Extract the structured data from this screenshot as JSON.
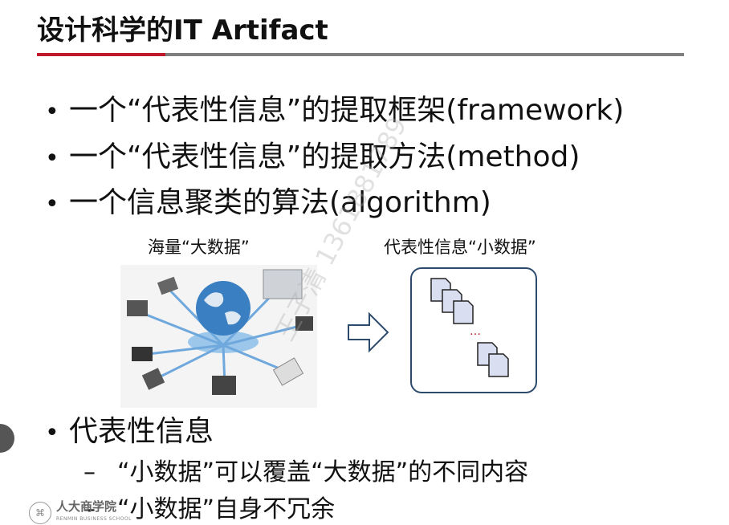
{
  "slide": {
    "title": "设计科学的IT Artifact",
    "bullets": [
      "一个“代表性信息”的提取框架(framework)",
      "一个“代表性信息”的提取方法(method)",
      "一个信息聚类的算法(algorithm)"
    ],
    "bullet_symbol": "•",
    "figure": {
      "left_caption": "海量“大数据”",
      "right_caption": "代表性信息“小数据”",
      "ellipsis": "…"
    },
    "bullet4": "代表性信息",
    "sub_bullets": [
      "“小数据”可以覆盖“大数据”的不同内容",
      "“小数据”自身不冗余"
    ],
    "sub_symbol": "–"
  },
  "footer": {
    "logo_text": "人大商学院",
    "logo_subtext": "RENMIN BUSINESS SCHOOL",
    "seal_glyph": "⌘"
  },
  "watermark": "王子清 1361881789",
  "colors": {
    "accent": "#c0192b",
    "rule": "#7f7f7f",
    "box_border": "#2c4a6b",
    "globe": "#3a7fc1"
  }
}
